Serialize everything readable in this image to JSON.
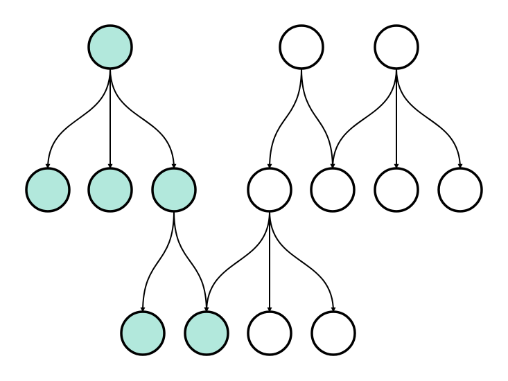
{
  "colors": {
    "highlighted_fill": "#b2e8dc",
    "plain_fill": "#ffffff",
    "stroke": "#000000"
  },
  "nodes": [
    {
      "id": "A",
      "highlighted": true
    },
    {
      "id": "B",
      "highlighted": false
    },
    {
      "id": "C",
      "highlighted": false
    },
    {
      "id": "D",
      "highlighted": true
    },
    {
      "id": "E",
      "highlighted": true
    },
    {
      "id": "F",
      "highlighted": true
    },
    {
      "id": "G",
      "highlighted": false
    },
    {
      "id": "H",
      "highlighted": false
    },
    {
      "id": "I",
      "highlighted": false
    },
    {
      "id": "J",
      "highlighted": false
    },
    {
      "id": "K",
      "highlighted": true
    },
    {
      "id": "L",
      "highlighted": true
    },
    {
      "id": "M",
      "highlighted": false
    },
    {
      "id": "N",
      "highlighted": false
    }
  ],
  "edges": [
    {
      "from": "A",
      "to": "D"
    },
    {
      "from": "A",
      "to": "E"
    },
    {
      "from": "A",
      "to": "F"
    },
    {
      "from": "B",
      "to": "G"
    },
    {
      "from": "B",
      "to": "H"
    },
    {
      "from": "C",
      "to": "H"
    },
    {
      "from": "C",
      "to": "I"
    },
    {
      "from": "C",
      "to": "J"
    },
    {
      "from": "F",
      "to": "K"
    },
    {
      "from": "F",
      "to": "L"
    },
    {
      "from": "G",
      "to": "L"
    },
    {
      "from": "G",
      "to": "M"
    },
    {
      "from": "G",
      "to": "N"
    }
  ]
}
